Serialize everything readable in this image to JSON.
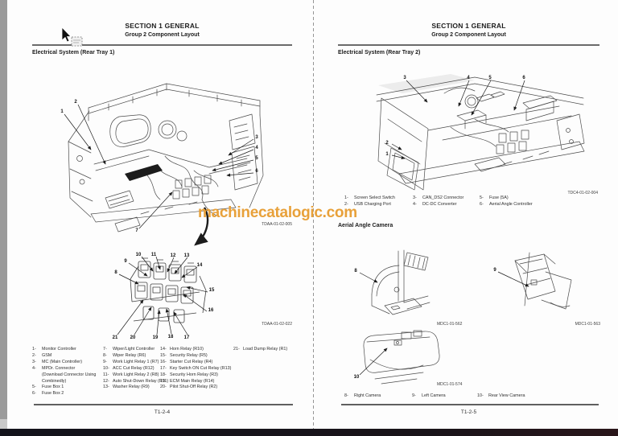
{
  "watermark": "machinecatalogic.com",
  "colors": {
    "watermark": "#E8A13A"
  },
  "left": {
    "section_title": "SECTION 1 GENERAL",
    "group_title": "Group 2 Component Layout",
    "heading": "Electrical System (Rear Tray 1)",
    "fig1_caption": "TDAA-01-02-005",
    "fig2_caption": "TDAA-01-02-022",
    "page_number": "T1-2-4",
    "legend": {
      "c1": [
        {
          "n": "1-",
          "t": "Monitor Controller"
        },
        {
          "n": "2-",
          "t": "GSM"
        },
        {
          "n": "3-",
          "t": "MC (Main Controller)"
        },
        {
          "n": "4-",
          "t": "MPDr. Connector (Download Connector Using Combinedly)"
        },
        {
          "n": "5-",
          "t": "Fuse Box 1"
        },
        {
          "n": "6-",
          "t": "Fuse Box 2"
        }
      ],
      "c2": [
        {
          "n": "7-",
          "t": "Wiper/Light Controller"
        },
        {
          "n": "8-",
          "t": "Wiper Relay (R6)"
        },
        {
          "n": "9-",
          "t": "Work Light Relay 1 (R7)"
        },
        {
          "n": "10-",
          "t": "ACC Cut Relay (R12)"
        },
        {
          "n": "11-",
          "t": "Work Light Relay 2 (R8)"
        },
        {
          "n": "12-",
          "t": "Auto Shut-Down Relay (R11)"
        },
        {
          "n": "13-",
          "t": "Washer Relay (R9)"
        }
      ],
      "c3": [
        {
          "n": "14-",
          "t": "Horn Relay (R10)"
        },
        {
          "n": "15-",
          "t": "Security Relay (R5)"
        },
        {
          "n": "16-",
          "t": "Starter Cut Relay (R4)"
        },
        {
          "n": "17-",
          "t": "Key Switch ON Cut Relay (R13)"
        },
        {
          "n": "18-",
          "t": "Security Horn Relay (R3)"
        },
        {
          "n": "19-",
          "t": "ECM Main Relay (R14)"
        },
        {
          "n": "20-",
          "t": "Pilot Shut-Off Relay (R2)"
        }
      ],
      "c4": [
        {
          "n": "21-",
          "t": "Load Dump Relay (R1)"
        }
      ]
    }
  },
  "right": {
    "section_title": "SECTION 1 GENERAL",
    "group_title": "Group 2 Component Layout",
    "heading": "Electrical System (Rear Tray 2)",
    "fig1_caption": "TDC4-01-02-004",
    "heading2": "Aerial Angle Camera",
    "cam1_caption": "MDC1-01-562",
    "cam2_caption": "MDC1-01-563",
    "cam3_caption": "MDC1-01-574",
    "page_number": "T1-2-5",
    "legend1": [
      {
        "n": "1-",
        "t": "Screen Select Switch"
      },
      {
        "n": "2-",
        "t": "USB Charging Port"
      },
      {
        "n": "3-",
        "t": "CAN_DS2 Connector"
      },
      {
        "n": "4-",
        "t": "DC-DC Converter"
      },
      {
        "n": "5-",
        "t": "Fuse (5A)"
      },
      {
        "n": "6-",
        "t": "Aerial Angle Controller"
      }
    ],
    "legend2": [
      {
        "n": "8-",
        "t": "Right Camera"
      },
      {
        "n": "9-",
        "t": "Left Camera"
      },
      {
        "n": "10-",
        "t": "Rear View Camera"
      }
    ]
  },
  "callouts": {
    "l1": [
      "1",
      "2",
      "3",
      "4",
      "5",
      "6",
      "7"
    ],
    "l2": [
      "8",
      "9",
      "10",
      "11",
      "12",
      "13",
      "14",
      "15",
      "16",
      "17",
      "18",
      "19",
      "20",
      "21"
    ],
    "r1": [
      "1",
      "2",
      "3",
      "4",
      "5",
      "6"
    ],
    "cam": [
      "8",
      "9",
      "10"
    ]
  }
}
